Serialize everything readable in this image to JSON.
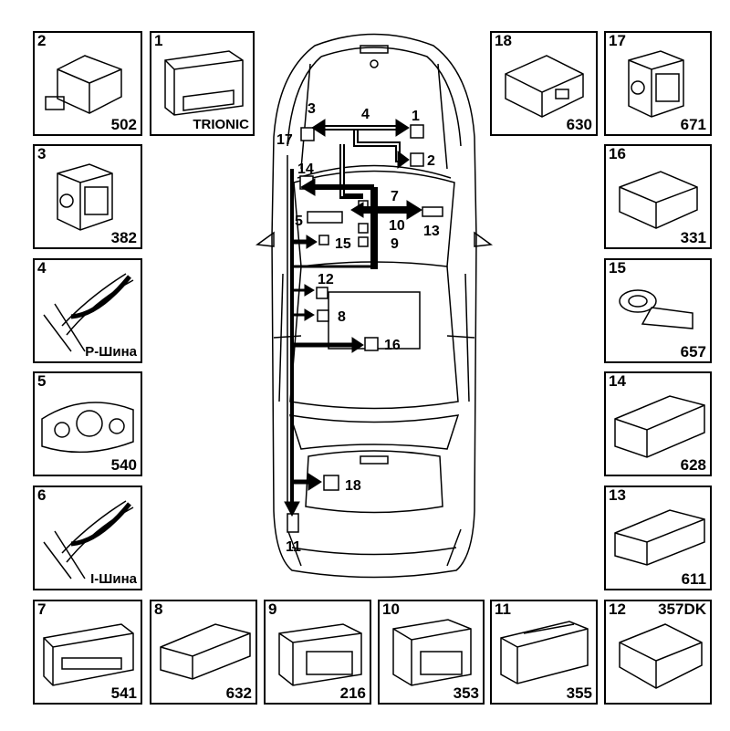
{
  "components": {
    "c1": {
      "num": "1",
      "code": "TRIONIC",
      "icon": "ecu-module-icon"
    },
    "c2": {
      "num": "2",
      "code": "502",
      "icon": "sensor-module-icon"
    },
    "c3": {
      "num": "3",
      "code": "382",
      "icon": "abs-unit-icon"
    },
    "c4": {
      "num": "4",
      "code": "P-Шина",
      "icon": "twisted-cable-icon"
    },
    "c5": {
      "num": "5",
      "code": "540",
      "icon": "instrument-cluster-icon"
    },
    "c6": {
      "num": "6",
      "code": "I-Шина",
      "icon": "twisted-cable-icon"
    },
    "c7": {
      "num": "7",
      "code": "541",
      "icon": "display-panel-icon"
    },
    "c8": {
      "num": "8",
      "code": "632",
      "icon": "control-module-icon"
    },
    "c9": {
      "num": "9",
      "code": "216",
      "icon": "climate-panel-icon"
    },
    "c10": {
      "num": "10",
      "code": "353",
      "icon": "radio-unit-icon"
    },
    "c11": {
      "num": "11",
      "code": "355",
      "icon": "cd-changer-icon"
    },
    "c12": {
      "num": "12",
      "code": "357DK",
      "icon": "control-module-icon"
    },
    "c13": {
      "num": "13",
      "code": "611",
      "icon": "control-module-icon"
    },
    "c14": {
      "num": "14",
      "code": "628",
      "icon": "control-module-icon"
    },
    "c15": {
      "num": "15",
      "code": "657",
      "icon": "steering-sensor-icon"
    },
    "c16": {
      "num": "16",
      "code": "331",
      "icon": "airbag-module-icon"
    },
    "c17": {
      "num": "17",
      "code": "671",
      "icon": "abs-unit-icon"
    },
    "c18": {
      "num": "18",
      "code": "630",
      "icon": "control-module-icon"
    }
  },
  "car_labels": {
    "l1": "1",
    "l2": "2",
    "l3": "3",
    "l4": "4",
    "l5": "5",
    "l7": "7",
    "l8": "8",
    "l9": "9",
    "l10": "10",
    "l11": "11",
    "l12": "12",
    "l13": "13",
    "l14": "14",
    "l15": "15",
    "l16": "16",
    "l17": "17",
    "l18": "18"
  }
}
